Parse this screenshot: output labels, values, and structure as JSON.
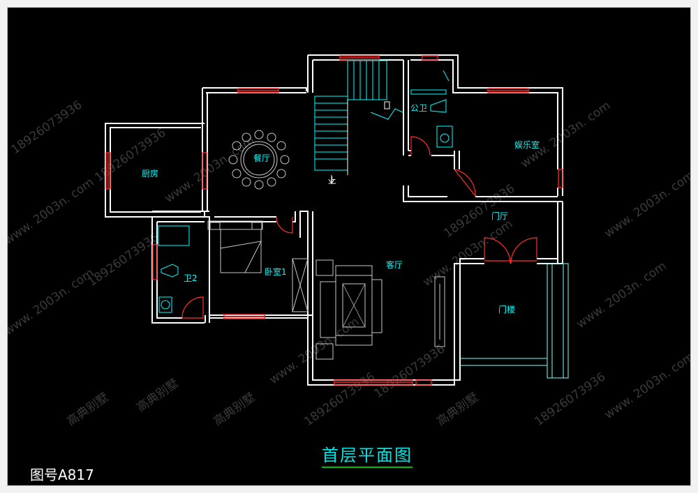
{
  "title": "首层平面图",
  "drawing_number": "图号A817",
  "rooms": {
    "kitchen": "厨房",
    "dining": "餐厅",
    "public_wc": "公卫",
    "entertainment": "娱乐室",
    "foyer": "门厅",
    "living": "客厅",
    "bedroom1": "卧室1",
    "wc2": "卫2",
    "porch": "门楼",
    "stair_up": "上"
  },
  "watermark": {
    "phone": "18926073936",
    "site": "www. 2003n. com",
    "brand": "高典别墅"
  },
  "colors": {
    "wall": "#ffffff",
    "window": "#ff2020",
    "door": "#ff3030",
    "fixture": "#00ffff",
    "furniture": "#c8c8c8",
    "stair": "#00ffff",
    "porch_rail": "#80ffff",
    "title": "#00e5e5",
    "title_underline": "#00c000",
    "watermark": "#3a3a3a"
  }
}
